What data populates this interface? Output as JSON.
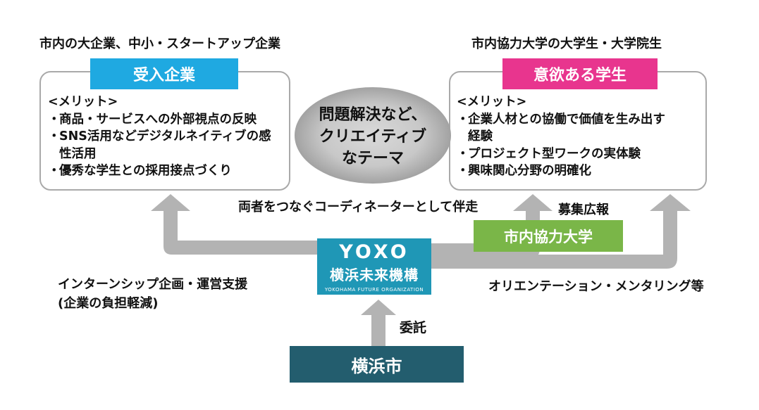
{
  "left": {
    "caption": "市内の大企業、中小・スタートアップ企業",
    "label": "受入企業",
    "label_color": "#1fa9e1",
    "merit_heading": "<メリット>",
    "bullet": "・",
    "merits": [
      "商品・サービスへの外部視点の反映",
      "SNS活用などデジタルネイティブの感",
      "優秀な学生との採用接点づくり"
    ],
    "merit_continuation": "性活用"
  },
  "right": {
    "caption": "市内協力大学の大学生・大学院生",
    "label": "意欲ある学生",
    "label_color": "#e8358e",
    "merit_heading": "<メリット>",
    "bullet": "・",
    "merits": [
      "企業人材との協働で価値を生み出す",
      "プロジェクト型ワークの実体験",
      "興味関心分野の明確化"
    ],
    "merit_continuation": "経験"
  },
  "center_theme": {
    "line1": "問題解決など、",
    "line2": "クリエイティブ",
    "line3": "なテーマ"
  },
  "coordination_text": "両者をつなぐコーディネーターとして伴走",
  "recruit_text": "募集広報",
  "university": {
    "label": "市内協力大学",
    "color": "#7ab648"
  },
  "yoxo": {
    "name_en": "YOXO",
    "name_jp": "横浜未来機構",
    "name_sub": "YOKOHAMA FUTURE ORGANIZATION",
    "color": "#1f97b6"
  },
  "left_support": {
    "line1": "インターンシップ企画・運営支援",
    "line2": "(企業の負担軽減)"
  },
  "right_support": "オリエンテーション・メンタリング等",
  "entrust_text": "委託",
  "city": {
    "label": "横浜市",
    "color": "#235d6e"
  },
  "arrow_color": "#b3b3b3"
}
